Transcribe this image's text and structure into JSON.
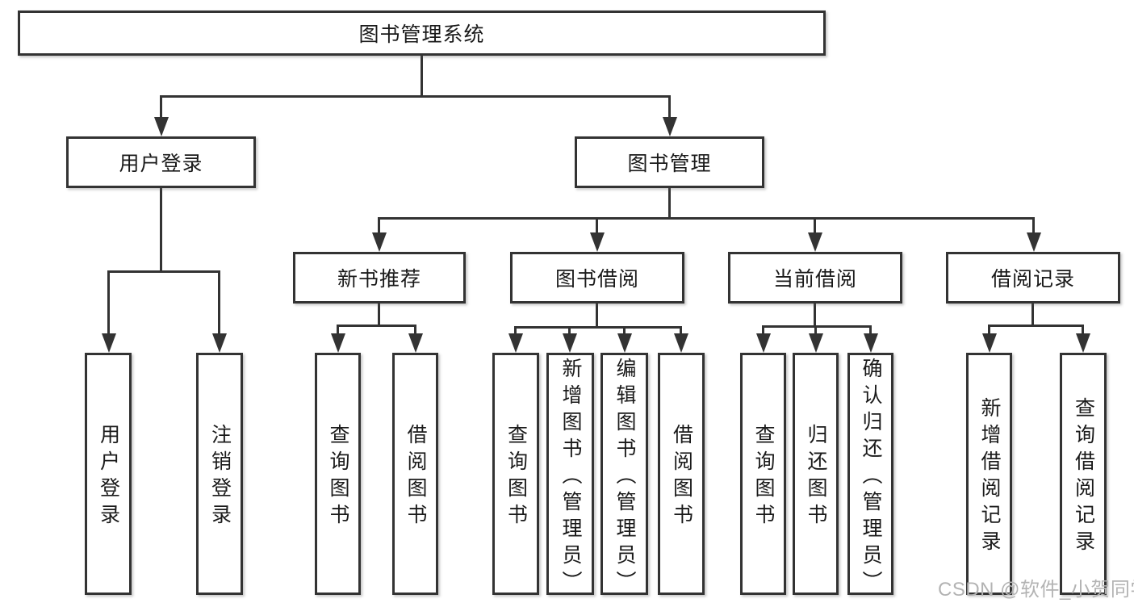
{
  "diagram": {
    "root": {
      "label": "图书管理系统"
    },
    "branches": [
      {
        "label": "用户登录",
        "children": [
          {
            "label": "用户登录"
          },
          {
            "label": "注销登录"
          }
        ]
      },
      {
        "label": "图书管理",
        "children": [
          {
            "label": "新书推荐",
            "children": [
              {
                "label": "查询图书"
              },
              {
                "label": "借阅图书"
              }
            ]
          },
          {
            "label": "图书借阅",
            "children": [
              {
                "label": "查询图书"
              },
              {
                "label": "新增图书（管理员）"
              },
              {
                "label": "编辑图书（管理员）"
              },
              {
                "label": "借阅图书"
              }
            ]
          },
          {
            "label": "当前借阅",
            "children": [
              {
                "label": "查询图书"
              },
              {
                "label": "归还图书"
              },
              {
                "label": "确认归还（管理员）"
              }
            ]
          },
          {
            "label": "借阅记录",
            "children": [
              {
                "label": "新增借阅记录"
              },
              {
                "label": "查询借阅记录"
              }
            ]
          }
        ]
      }
    ],
    "watermark": "CSDN @软件_小贺同学",
    "colors": {
      "line": "#333333",
      "text": "#1a1a1a",
      "background": "#ffffff",
      "watermark": "#b3b3b3"
    }
  }
}
